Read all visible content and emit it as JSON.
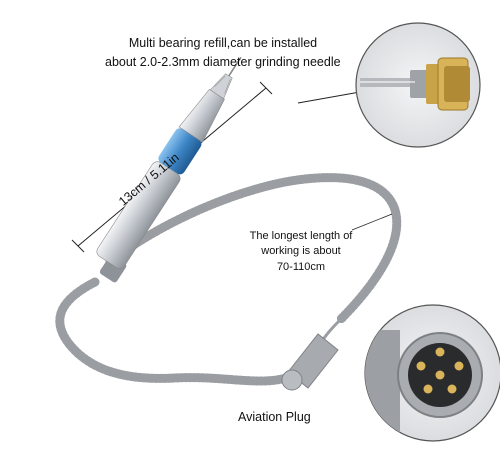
{
  "captions": {
    "bearing_line1": "Multi bearing refill,can be installed",
    "bearing_line2": "about 2.0-2.3mm diameter grinding needle",
    "dimension": "13cm / 5.11in",
    "length_line1": "The longest length of",
    "length_line2": "working is about",
    "length_line3": "70-110cm",
    "plug": "Aviation Plug"
  },
  "colors": {
    "background": "#ffffff",
    "handpiece_silver": "#c8ccd2",
    "grip_blue": "#3d86c6",
    "cable_gray": "#9a9da2",
    "brass_bearing": "#c9a347",
    "plug_pins": "#d9b45a",
    "callout_circle_bg": "#e6e7e9"
  }
}
